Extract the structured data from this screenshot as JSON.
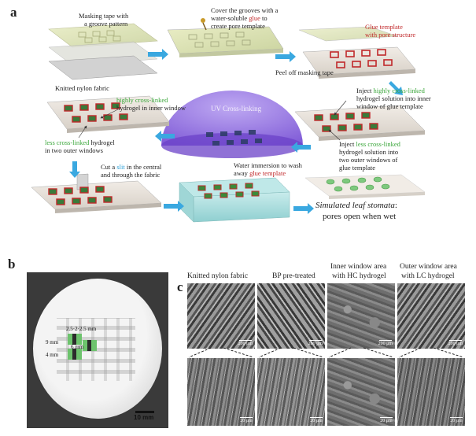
{
  "panel_a": {
    "letter": "a",
    "labels": {
      "masking_tape": "Masking tape with",
      "masking_tape_2": "a groove pattern",
      "knitted_fabric": "Knitted nylon fabric",
      "cover_1": "Cover the grooves with a",
      "cover_2_pre": "water-soluble ",
      "cover_2_glue": "glue",
      "cover_2_post": " to",
      "cover_3": "create pore template",
      "glue_template_1": "Glue template",
      "glue_template_2": "with pore structure",
      "peel": "Peel off masking tape",
      "inject_high_1_pre": "Inject ",
      "inject_high_1_hl": "highly cross-linked",
      "inject_high_2": "hydrogel solution into inner",
      "inject_high_3": "window of glue template",
      "inject_less_1_pre": "Inject ",
      "inject_less_1_hl": "less cross-linked",
      "inject_less_2": "hydrogel solution into",
      "inject_less_3": "two outer windows of",
      "inject_less_4": "glue template",
      "uv": "UV Cross-linking",
      "hc_1": "highly cross-linked",
      "hc_2": "hydrogel in inner window",
      "lc_1_hl": "less cross-linked",
      "lc_1_post": " hydrogel",
      "lc_2": "in two outer windows",
      "cut_1_pre": "Cut a ",
      "cut_1_hl": "slit",
      "cut_1_post": " in the central",
      "cut_2": "and through the fabric",
      "water_1": "Water immersion to wash",
      "water_2_pre": "away ",
      "water_2_hl": "glue template",
      "sim_1": "Simulated leaf stomata",
      "sim_1_post": ":",
      "sim_2": "pores open when wet"
    }
  },
  "panel_b": {
    "letter": "b",
    "dim_top": "2.5·2·2.5 mm",
    "dim_9": "9 mm",
    "dim_6": "6 mm",
    "dim_4": "4 mm",
    "scale": "10 mm"
  },
  "panel_c": {
    "letter": "c",
    "columns": [
      {
        "title_1": "Knitted nylon fabric",
        "title_2": ""
      },
      {
        "title_1": "BP pre-treated",
        "title_2": ""
      },
      {
        "title_1": "Inner window area",
        "title_2": "with HC hydrogel"
      },
      {
        "title_1": "Outer window area",
        "title_2": "with LC hydrogel"
      }
    ],
    "scale_top": "200 μm",
    "scale_bottom": "20 μm"
  },
  "colors": {
    "arrow": "#3aa8e0",
    "green": "#3aa63a",
    "red": "#c0282a",
    "blue": "#2a9fd6",
    "dome": "#7c55d6"
  }
}
